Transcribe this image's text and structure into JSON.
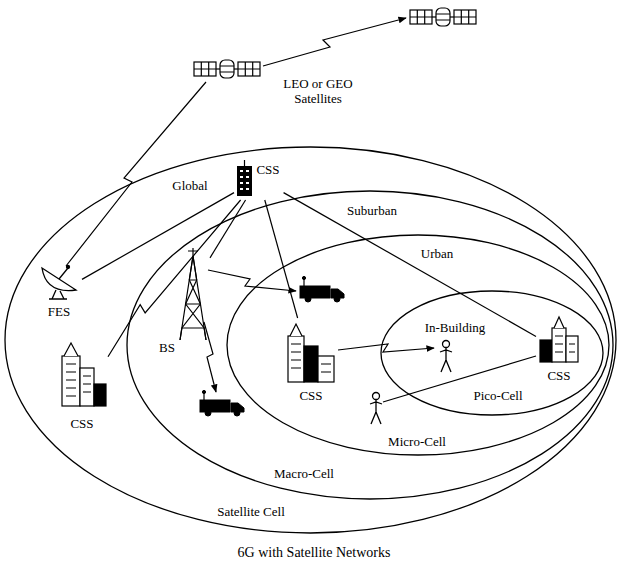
{
  "diagram": {
    "caption": "6G with Satellite Networks",
    "nodes": [
      {
        "text": [
          "Global",
          "Satellite Cell"
        ]
      },
      {
        "text": [
          "Suburban",
          "Macro-Cell"
        ],
        "in": 0
      },
      {
        "text": [
          "Urban",
          "Micro-Cell"
        ],
        "in": 1
      },
      {
        "text": [
          "In-Building",
          "Pico-Cell"
        ],
        "in": 2
      },
      {
        "text": [
          "CSS"
        ],
        "in": 0
      },
      {
        "text": [
          "FES"
        ],
        "in": 0
      },
      {
        "text": [
          "CSS"
        ],
        "in": 0
      },
      {
        "text": [
          "BS"
        ],
        "in": 1
      },
      {
        "text": [
          "CSS"
        ],
        "in": 2
      },
      {
        "text": [
          "CSS"
        ],
        "in": 3
      }
    ],
    "edges": [
      {
        "from": 4,
        "to": 5,
        "arrow": "none"
      },
      {
        "from": 4,
        "to": 6,
        "arrow": "none"
      },
      {
        "from": 4,
        "to": 7,
        "arrow": "none"
      },
      {
        "from": 4,
        "to": 8,
        "arrow": "none"
      },
      {
        "from": 4,
        "to": 9,
        "arrow": "none"
      }
    ],
    "labels": [
      "LEO or GEO Satellites"
    ]
  }
}
